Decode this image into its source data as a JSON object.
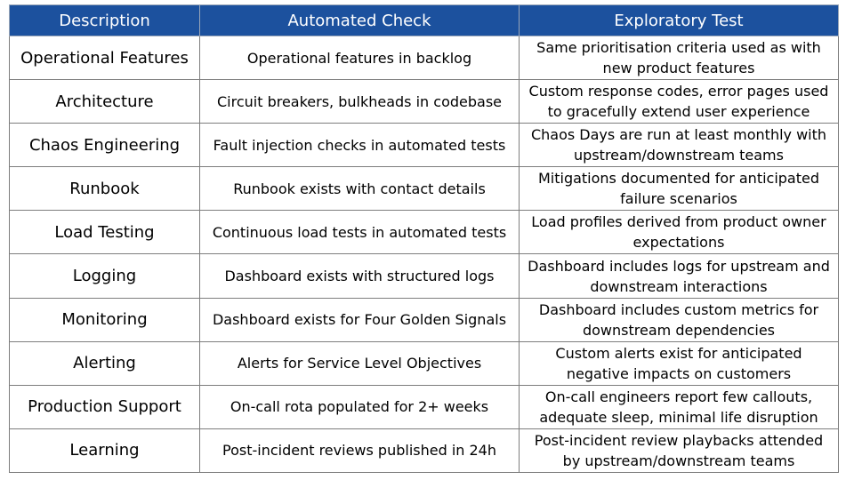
{
  "header": {
    "col1": "Description",
    "col2": "Automated Check",
    "col3": "Exploratory Test"
  },
  "rows": [
    {
      "description": "Operational Features",
      "automated": "Operational features in backlog",
      "exploratory": "Same prioritisation criteria used as with new product features"
    },
    {
      "description": "Architecture",
      "automated": "Circuit breakers, bulkheads in codebase",
      "exploratory": "Custom response codes, error pages used to gracefully extend user experience"
    },
    {
      "description": "Chaos Engineering",
      "automated": "Fault injection checks in automated tests",
      "exploratory": "Chaos Days are run at least monthly with upstream/downstream teams"
    },
    {
      "description": "Runbook",
      "automated": "Runbook exists with contact details",
      "exploratory": "Mitigations documented for anticipated failure scenarios"
    },
    {
      "description": "Load Testing",
      "automated": "Continuous load tests in automated tests",
      "exploratory": "Load profiles derived from product owner expectations"
    },
    {
      "description": "Logging",
      "automated": "Dashboard exists with structured logs",
      "exploratory": "Dashboard includes logs for upstream and downstream interactions"
    },
    {
      "description": "Monitoring",
      "automated": "Dashboard exists for Four Golden Signals",
      "exploratory": "Dashboard includes custom metrics for downstream dependencies"
    },
    {
      "description": "Alerting",
      "automated": "Alerts for Service Level Objectives",
      "exploratory": "Custom alerts exist for anticipated negative impacts on customers"
    },
    {
      "description": "Production Support",
      "automated": "On-call rota populated for 2+ weeks",
      "exploratory": "On-call engineers report few callouts, adequate sleep, minimal life disruption"
    },
    {
      "description": "Learning",
      "automated": "Post-incident reviews published in 24h",
      "exploratory": "Post-incident review playbacks attended by upstream/downstream teams"
    }
  ]
}
